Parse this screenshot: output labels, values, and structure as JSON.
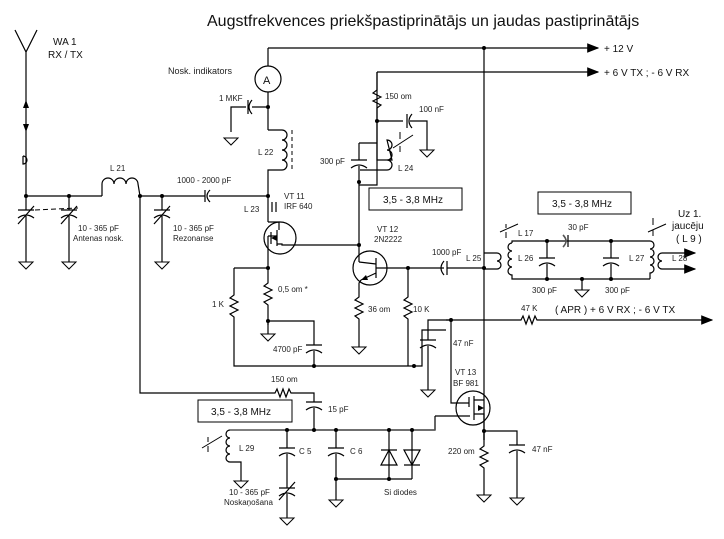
{
  "title": "Augstfrekvences priekšpastiprinātājs un jaudas pastiprinātājs",
  "antenna": {
    "name": "WA 1",
    "mode": "RX / TX"
  },
  "rails": {
    "supply_12v": "+ 12 V",
    "supply_6v": "+ 6 V TX ; - 6 V RX",
    "apr_line": "( APR ) + 6 V RX ; - 6 V TX"
  },
  "meter": {
    "symbol": "A",
    "label": "Nosk. indikators"
  },
  "components": {
    "c_1mkf": "1 MKF",
    "l22": "L 22",
    "l21": "L 21",
    "c_coupling": "1000 - 2000 pF",
    "cv_ant_value": "10 - 365 pF",
    "cv_ant_label": "Antenas nosk.",
    "cv_res_value": "10 - 365 pF",
    "cv_res_label": "Rezonanse",
    "l23": "L 23",
    "vt11_name": "VT 11",
    "vt11_part": "IRF 640",
    "r_150_top": "150 om",
    "c_100nf": "100 nF",
    "c_300pf_l24": "300 pF",
    "l24": "L 24",
    "vt12_name": "VT 12",
    "vt12_part": "2N2222",
    "r_05": "0,5 om *",
    "r_1k": "1 K",
    "r_36": "36 om",
    "r_10k": "10 K",
    "c_4700": "4700 pF",
    "c_1000_out": "1000 pF",
    "l25": "L 25",
    "l17": "L 17",
    "l26": "L 26",
    "c_30pf": "30 pF",
    "c_300pf_a": "300 pF",
    "c_300pf_b": "300 pF",
    "l27": "L 27",
    "l28": "L 28",
    "out_label_1": "Uz 1.",
    "out_label_2": "jaucēju",
    "out_label_3": "( L 9 )",
    "r_47k": "47 K",
    "c_47nf_gate": "47 nF",
    "vt13_name": "VT 13",
    "vt13_part": "BF 981",
    "r_150_bottom": "150 om",
    "c_15pf": "15 pF",
    "l29": "L 29",
    "c5": "C 5",
    "c6": "C 6",
    "cv_tune_value": "10 - 365 pF",
    "cv_tune_label": "Noskaņošana",
    "diodes": "Si diodes",
    "r_220": "220 om",
    "c_47nf_src": "47 nF"
  },
  "band_boxes": [
    "3,5 - 3,8 MHz",
    "3,5 - 3,8 MHz",
    "3,5 - 3,8 MHz"
  ]
}
